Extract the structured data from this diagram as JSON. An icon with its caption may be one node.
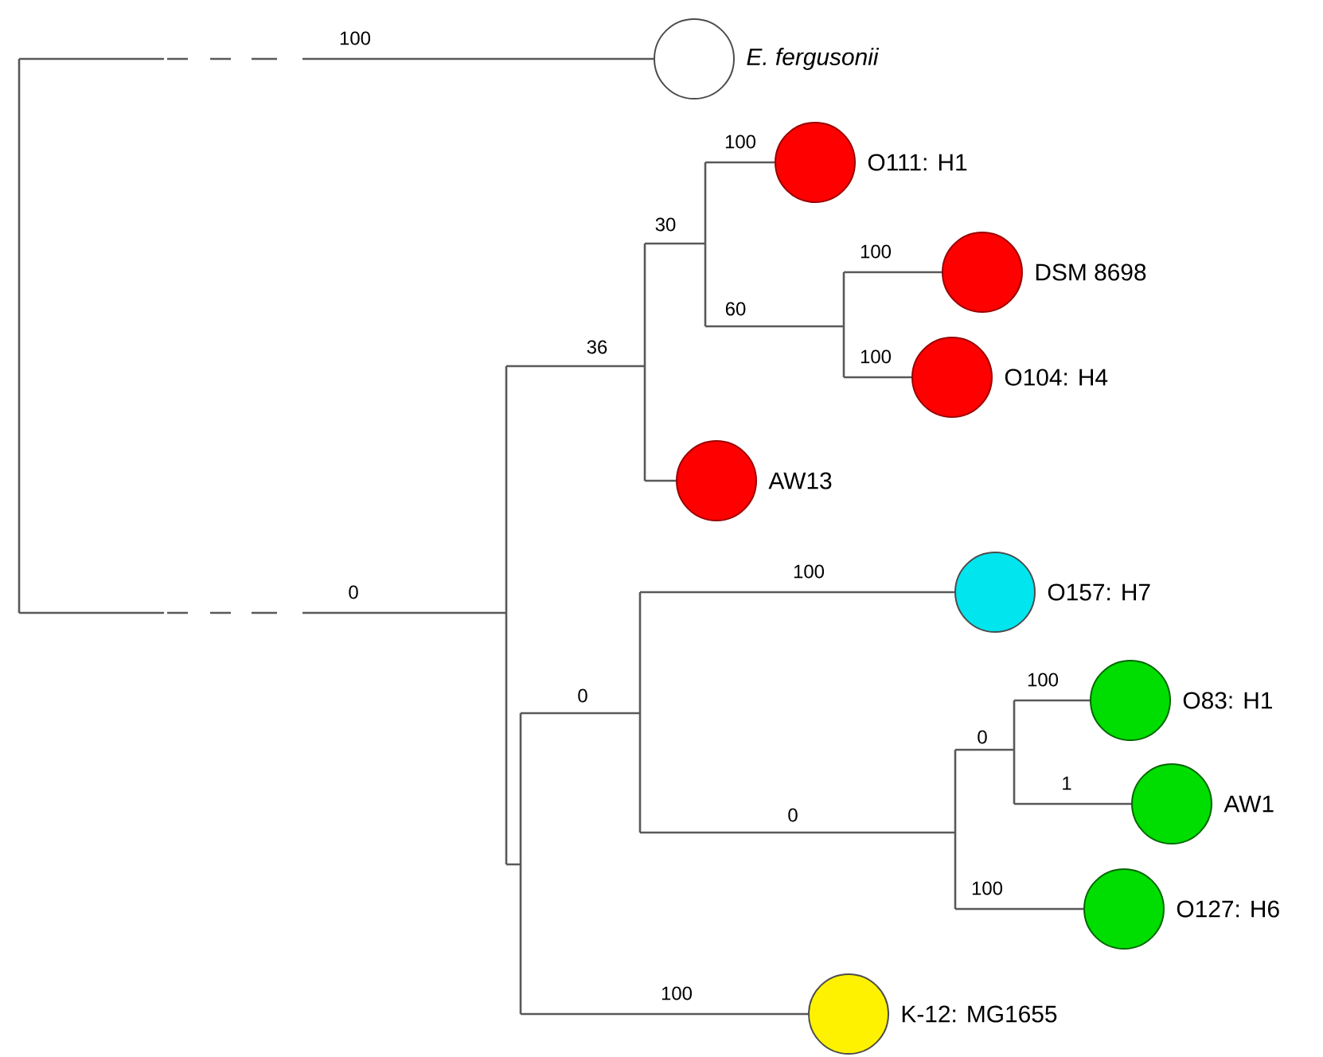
{
  "diagram": {
    "nodes": [
      {
        "text": [],
        "shape": "circle",
        "beside": [
          "*E. fergusonii*"
        ]
      },
      {
        "text": [],
        "shape": "circle",
        "beside": [
          "O111: H1"
        ]
      },
      {
        "text": [],
        "shape": "circle",
        "beside": [
          "DSM 8698"
        ]
      },
      {
        "text": [],
        "shape": "circle",
        "beside": [
          "O104: H4"
        ]
      },
      {
        "text": [],
        "shape": "circle",
        "beside": [
          "AW13"
        ]
      },
      {
        "text": [],
        "shape": "circle",
        "beside": [
          "O157: H7"
        ]
      },
      {
        "text": [],
        "shape": "circle",
        "beside": [
          "O83: H1"
        ]
      },
      {
        "text": [],
        "shape": "circle",
        "beside": [
          "AW1"
        ]
      },
      {
        "text": [],
        "shape": "circle",
        "beside": [
          "O127: H6"
        ]
      },
      {
        "text": [],
        "shape": "circle",
        "beside": [
          "K-12: MG1655"
        ]
      }
    ],
    "edges": [
      {
        "from": null,
        "to": 0,
        "arrow": "none",
        "label": "100"
      },
      {
        "from": null,
        "to": 1,
        "arrow": "none",
        "label": "100"
      },
      {
        "from": null,
        "to": 2,
        "arrow": "none",
        "label": "100"
      },
      {
        "from": null,
        "to": 3,
        "arrow": "none",
        "label": "100"
      },
      {
        "from": null,
        "to": 4,
        "arrow": "none"
      },
      {
        "from": null,
        "to": 5,
        "arrow": "none",
        "label": "100"
      },
      {
        "from": null,
        "to": 6,
        "arrow": "none",
        "label": "100"
      },
      {
        "from": null,
        "to": 7,
        "arrow": "none",
        "label": "1"
      },
      {
        "from": null,
        "to": 8,
        "arrow": "none",
        "label": "100"
      },
      {
        "from": null,
        "to": 9,
        "arrow": "none",
        "label": "100"
      }
    ],
    "labels": [
      "30",
      "60",
      "36",
      "0",
      "0",
      "0",
      "0"
    ]
  }
}
